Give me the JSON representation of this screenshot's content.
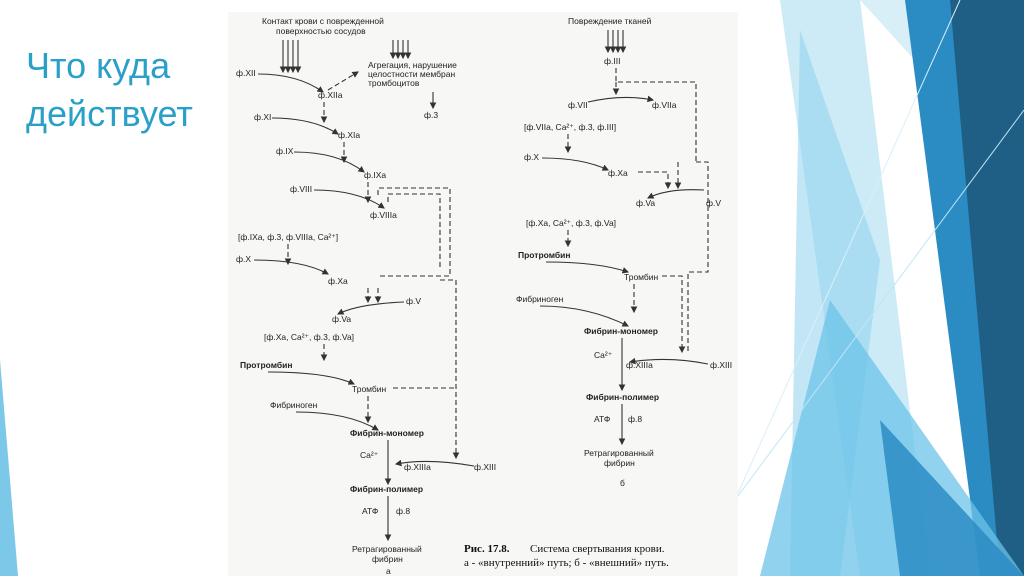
{
  "slide": {
    "title_line1": "Что куда",
    "title_line2": "действует"
  },
  "colors": {
    "accent": "#2aa0c8",
    "deco_dark": "#1f5f86",
    "deco_mid": "#2b8cc4",
    "deco_light": "#8fd2ee"
  },
  "diagram_a": {
    "header": [
      "Контакт крови с поврежденной",
      "поверхностью сосудов"
    ],
    "platelet": [
      "Агрегация, нарушение",
      "целостности мембран",
      "тромбоцитов"
    ],
    "f3": "ф.3",
    "fXII": "ф.XII",
    "fXIIa": "ф.XIIa",
    "fXI": "ф.XI",
    "fXIa": "ф.XIa",
    "fIX": "ф.IX",
    "fIXa": "ф.IXa",
    "fVIII": "ф.VIII",
    "fVIIIa": "ф.VIIIa",
    "complex1": "[ф.IXa, ф.3, ф.VIIIa, Ca²⁺]",
    "fX": "ф.X",
    "fXa": "ф.Xa",
    "fV": "ф.V",
    "fVa": "ф.Va",
    "complex2": "[ф.Xa, Ca²⁺, ф.3, ф.Va]",
    "prothrombin": "Протромбин",
    "thrombin": "Тромбин",
    "fibrinogen": "Фибриноген",
    "monomer": "Фибрин-мономер",
    "ca": "Ca²⁺",
    "fXIIIa": "ф.XIIIa",
    "fXIII": "ф.XIII",
    "polymer": "Фибрин-полимер",
    "atp": "АТФ",
    "f8": "ф.8",
    "retracted": [
      "Ретрагированный",
      "фибрин"
    ],
    "letter": "а"
  },
  "diagram_b": {
    "header": "Повреждение тканей",
    "fIII": "ф.III",
    "fVII": "ф.VII",
    "fVIIa": "ф.VIIa",
    "complex1": "[ф.VIIa, Ca²⁺, ф.3, ф.III]",
    "fX": "ф.X",
    "fXa": "ф.Xa",
    "fVa": "ф.Va",
    "fV": "ф.V",
    "complex2": "[ф.Xa, Ca²⁺, ф.3, ф.Va]",
    "prothrombin": "Протромбин",
    "thrombin": "Тромбин",
    "fibrinogen": "Фибриноген",
    "monomer": "Фибрин-мономер",
    "ca": "Ca²⁺",
    "fXIIIa": "ф.XIIIa",
    "fXIII": "ф.XIII",
    "polymer": "Фибрин-полимер",
    "atp": "АТФ",
    "f8": "ф.8",
    "retracted": [
      "Ретрагированный",
      "фибрин"
    ],
    "letter": "б"
  },
  "caption": {
    "fig": "Рис. 17.8.",
    "line1": "Система свертывания крови.",
    "line2": "а - «внутренний» путь; б - «внешний» путь."
  }
}
